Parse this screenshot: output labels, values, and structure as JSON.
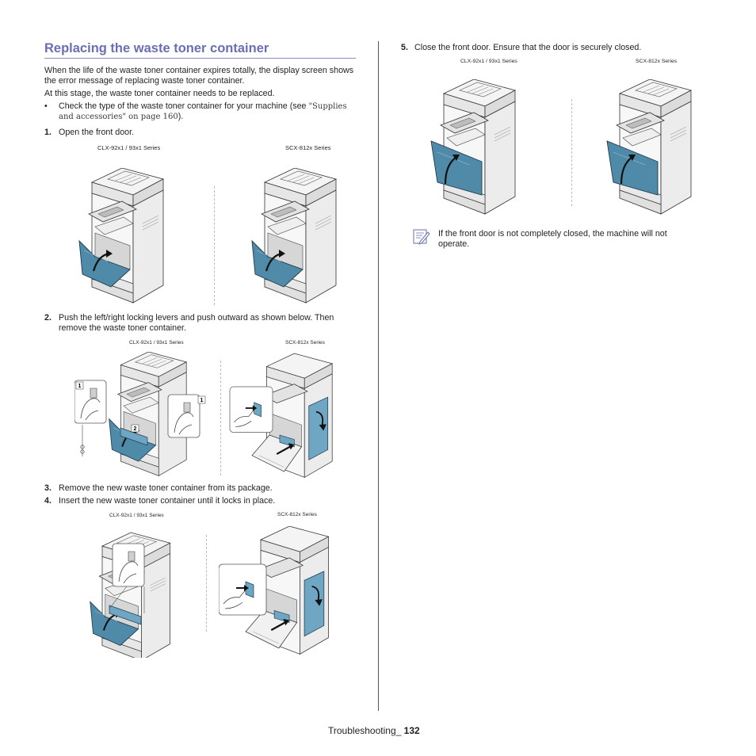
{
  "section": {
    "title": "Replacing the waste toner container",
    "intro_1": "When the life of the waste toner container expires totally, the display screen shows the error message of replacing waste toner container.",
    "intro_2": "At this stage, the waste toner container needs to be replaced.",
    "bullet_marker": "•",
    "bullet_text": "Check the type of the waste toner container for your machine (see ",
    "bullet_ref": "\"Supplies and accessories\" on page 160",
    "bullet_tail": ")."
  },
  "steps": [
    {
      "num": "1.",
      "text": "Open the front door."
    },
    {
      "num": "2.",
      "text": "Push the left/right locking levers and push outward as shown below. Then remove the waste toner container."
    },
    {
      "num": "3.",
      "text": "Remove the new waste toner container from its package."
    },
    {
      "num": "4.",
      "text": "Insert the new waste toner container until it locks in place."
    },
    {
      "num": "5.",
      "text": "Close the front door. Ensure that the door is securely closed."
    }
  ],
  "captions": {
    "clx": "CLX-92x1 / 93x1 Series",
    "scx": "SCX-812x Series"
  },
  "callouts": {
    "one": "1",
    "two": "2"
  },
  "note": {
    "icon": "pencil-note-icon",
    "text": "If the front door is not completely closed, the machine will not operate."
  },
  "footer": {
    "label": "Troubleshooting_",
    "page": "132"
  },
  "colors": {
    "title": "#6a6eb4",
    "door_blue": "#4f8aa8",
    "container_blue": "#6fa6c4"
  }
}
